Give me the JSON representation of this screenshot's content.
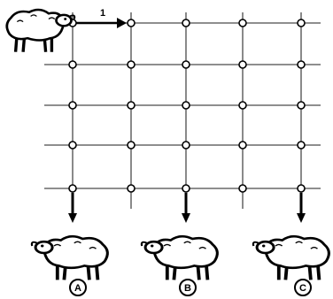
{
  "arrow_label": "1",
  "outputs": [
    {
      "id": "A",
      "label": "A"
    },
    {
      "id": "B",
      "label": "B"
    },
    {
      "id": "C",
      "label": "C"
    }
  ],
  "grid": {
    "columns": 5,
    "rows": 5
  },
  "icons": {
    "start": "sheep-icon",
    "output": "sheep-icon"
  },
  "colors": {
    "line": "#000000",
    "grid_line": "#4a4a4a",
    "node_fill": "#ffffff",
    "background": "#ffffff"
  }
}
